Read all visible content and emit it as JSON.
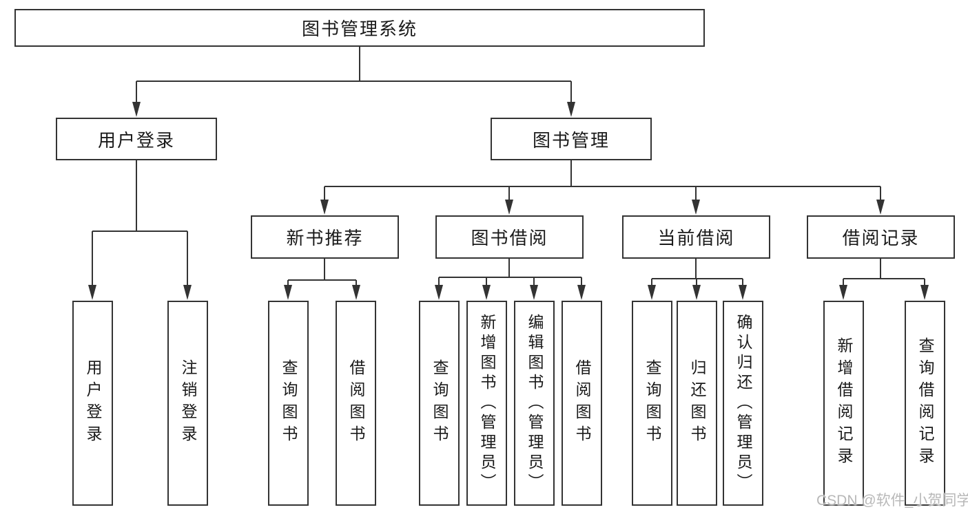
{
  "diagram": {
    "title": "图书管理系统",
    "level2": {
      "user_login": "用户登录",
      "book_management": "图书管理"
    },
    "level3": {
      "new_book_recommend": "新书推荐",
      "book_borrowing": "图书借阅",
      "current_borrowing": "当前借阅",
      "borrowing_records": "借阅记录"
    },
    "leaves": {
      "user_login": "用户登录",
      "logout": "注销登录",
      "nb_query_books": "查询图书",
      "nb_borrow_books": "借阅图书",
      "bb_query_books": "查询图书",
      "bb_add_books": "新增图书（管理员）",
      "bb_edit_books": "编辑图书（管理员）",
      "bb_borrow_books": "借阅图书",
      "cb_query_books": "查询图书",
      "cb_return_books": "归还图书",
      "cb_confirm_return": "确认归还（管理员）",
      "br_add_record": "新增借阅记录",
      "br_query_record": "查询借阅记录"
    },
    "watermark": "CSDN @软件_小贺同学",
    "colors": {
      "line": "#333333",
      "text": "#1a1a1a",
      "watermark": "#b8b8b8"
    }
  }
}
